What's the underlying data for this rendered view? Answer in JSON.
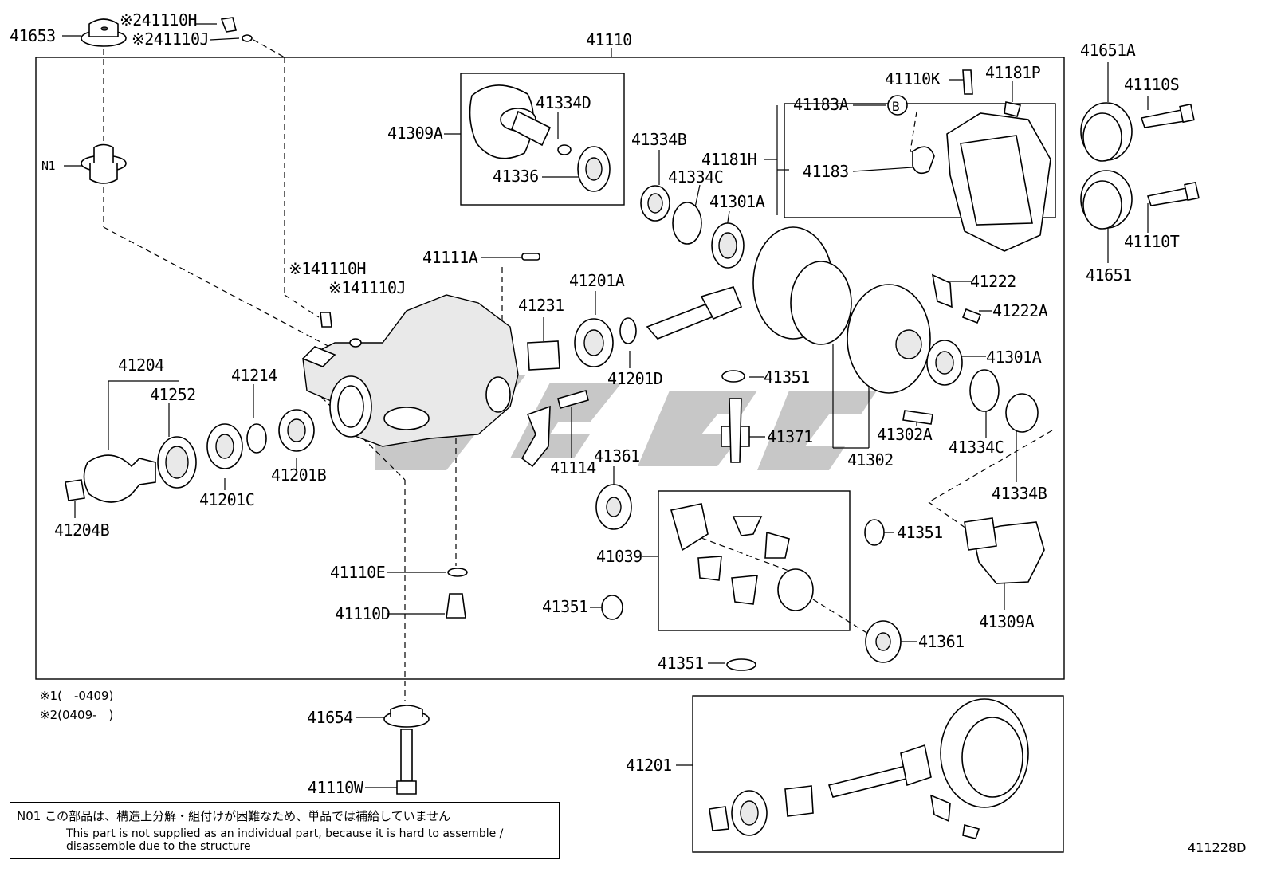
{
  "parts": {
    "p41653": "41653",
    "p41110H_top": "※241110H",
    "p41110J_top": "※241110J",
    "p41110": "41110",
    "pN1": "N1",
    "p41309A_top": "41309A",
    "p41334D": "41334D",
    "p41336": "41336",
    "p41334B_top": "41334B",
    "p41334C_top": "41334C",
    "p41301A_top": "41301A",
    "p41181H": "41181H",
    "p41183A": "41183A",
    "pB": "B",
    "p41183": "41183",
    "p41110K": "41110K",
    "p41181P": "41181P",
    "p41651A": "41651A",
    "p41110S": "41110S",
    "p41651": "41651",
    "p41110T": "41110T",
    "p41111A": "41111A",
    "p41110H_mid": "※141110H",
    "p41110J_mid": "※141110J",
    "p41201A": "41201A",
    "p41231": "41231",
    "p41201D": "41201D",
    "p41222": "41222",
    "p41222A": "41222A",
    "p41301A_right": "41301A",
    "p41351_a": "41351",
    "p41371": "41371",
    "p41302A": "41302A",
    "p41302": "41302",
    "p41334C_right": "41334C",
    "p41334B_right": "41334B",
    "p41204": "41204",
    "p41252": "41252",
    "p41214": "41214",
    "p41201B": "41201B",
    "p41201C": "41201C",
    "p41204B": "41204B",
    "p41114": "41114",
    "p41361_a": "41361",
    "p41039": "41039",
    "p41351_b": "41351",
    "p41309A_right": "41309A",
    "p41110E": "41110E",
    "p41110D": "41110D",
    "p41351_c": "41351",
    "p41361_b": "41361",
    "p41351_d": "41351",
    "p41654": "41654",
    "p41110W": "41110W",
    "p41201": "41201"
  },
  "footnotes": {
    "fn1": "※1(　-0409)",
    "fn2": "※2(0409-　)"
  },
  "note": {
    "jp": "N01 この部品は、構造上分解・組付けが困難なため、単品では補給していません",
    "en": "This part is not supplied as an individual part, because it is hard to assemble / disassemble due to the structure"
  },
  "page_code": "411228D"
}
